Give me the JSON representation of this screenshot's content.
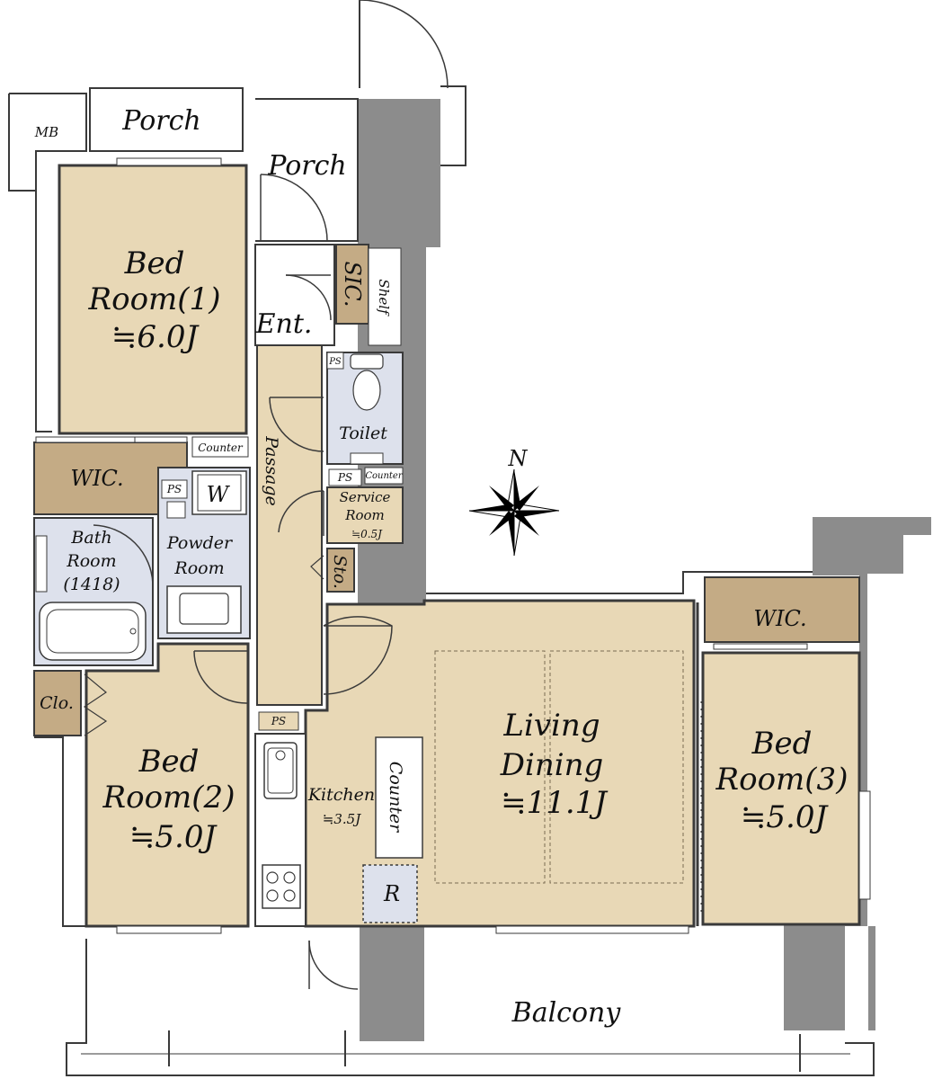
{
  "labels": {
    "mb": "MB",
    "porch_1": "Porch",
    "porch_2": "Porch",
    "bed1_line1": "Bed",
    "bed1_line2": "Room(1)",
    "bed1_area": "≒6.0J",
    "ent": "Ent.",
    "sic": "SIC.",
    "shelf": "Shelf",
    "ps_toilet": "PS",
    "toilet": "Toilet",
    "counter_top": "Counter",
    "wic_left": "WIC.",
    "ps_powder": "PS",
    "washer": "W",
    "passage": "Passage",
    "ps_service": "PS",
    "counter_small": "Counter",
    "service_line1": "Service",
    "service_line2": "Room",
    "service_area": "≒0.5J",
    "bath_line1": "Bath",
    "bath_line2": "Room",
    "bath_size": "(1418)",
    "powder_line1": "Powder",
    "powder_line2": "Room",
    "sto": "Sto.",
    "wic_right": "WIC.",
    "clo": "Clo.",
    "ps_kitchen": "PS",
    "bed2_line1": "Bed",
    "bed2_line2": "Room(2)",
    "bed2_area": "≒5.0J",
    "kitchen": "Kitchen",
    "kitchen_area": "≒3.5J",
    "counter_kitchen": "Counter",
    "living_line1": "Living",
    "living_line2": "Dining",
    "living_area": "≒11.1J",
    "bed3_line1": "Bed",
    "bed3_line2": "Room(3)",
    "bed3_area": "≒5.0J",
    "fridge": "R",
    "balcony": "Balcony",
    "north": "N"
  },
  "colors": {
    "room_floor": "#e8d8b6",
    "storage_floor": "#c4ab85",
    "wet_floor": "#dde1ec",
    "column": "#8c8c8c",
    "wall": "#3a3a3a",
    "compass": "#000000"
  }
}
